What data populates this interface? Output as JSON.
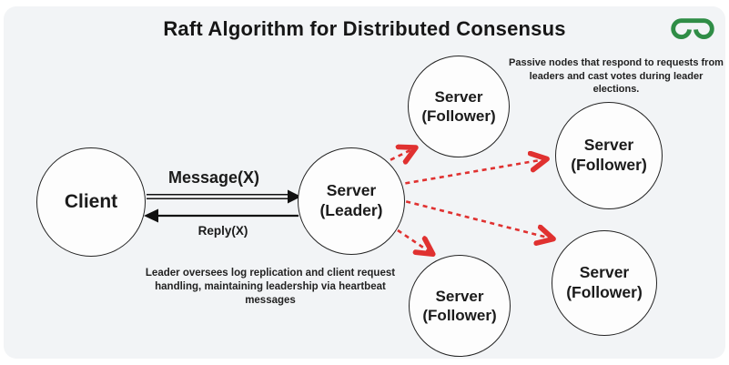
{
  "title": "Raft Algorithm for Distributed Consensus",
  "brand": {
    "logo_icon": "geeksforgeeks-logo",
    "green": "#2f8d46"
  },
  "colors": {
    "canvas_bg": "#f2f4f6",
    "node_border": "#242424",
    "black_arrow": "#111111",
    "red_dashed_arrow": "#e03130"
  },
  "nodes": {
    "client": {
      "label": "Client"
    },
    "leader": {
      "line1": "Server",
      "line2": "(Leader)"
    },
    "followers": [
      {
        "line1": "Server",
        "line2": "(Follower)"
      },
      {
        "line1": "Server",
        "line2": "(Follower)"
      },
      {
        "line1": "Server",
        "line2": "(Follower)"
      },
      {
        "line1": "Server",
        "line2": "(Follower)"
      }
    ]
  },
  "edges": {
    "message_label": "Message(X)",
    "reply_label": "Reply(X)"
  },
  "notes": {
    "followers_note": "Passive nodes that respond to requests from leaders and cast votes during leader elections.",
    "leader_note": "Leader oversees log replication and client request handling, maintaining leadership via heartbeat messages"
  }
}
